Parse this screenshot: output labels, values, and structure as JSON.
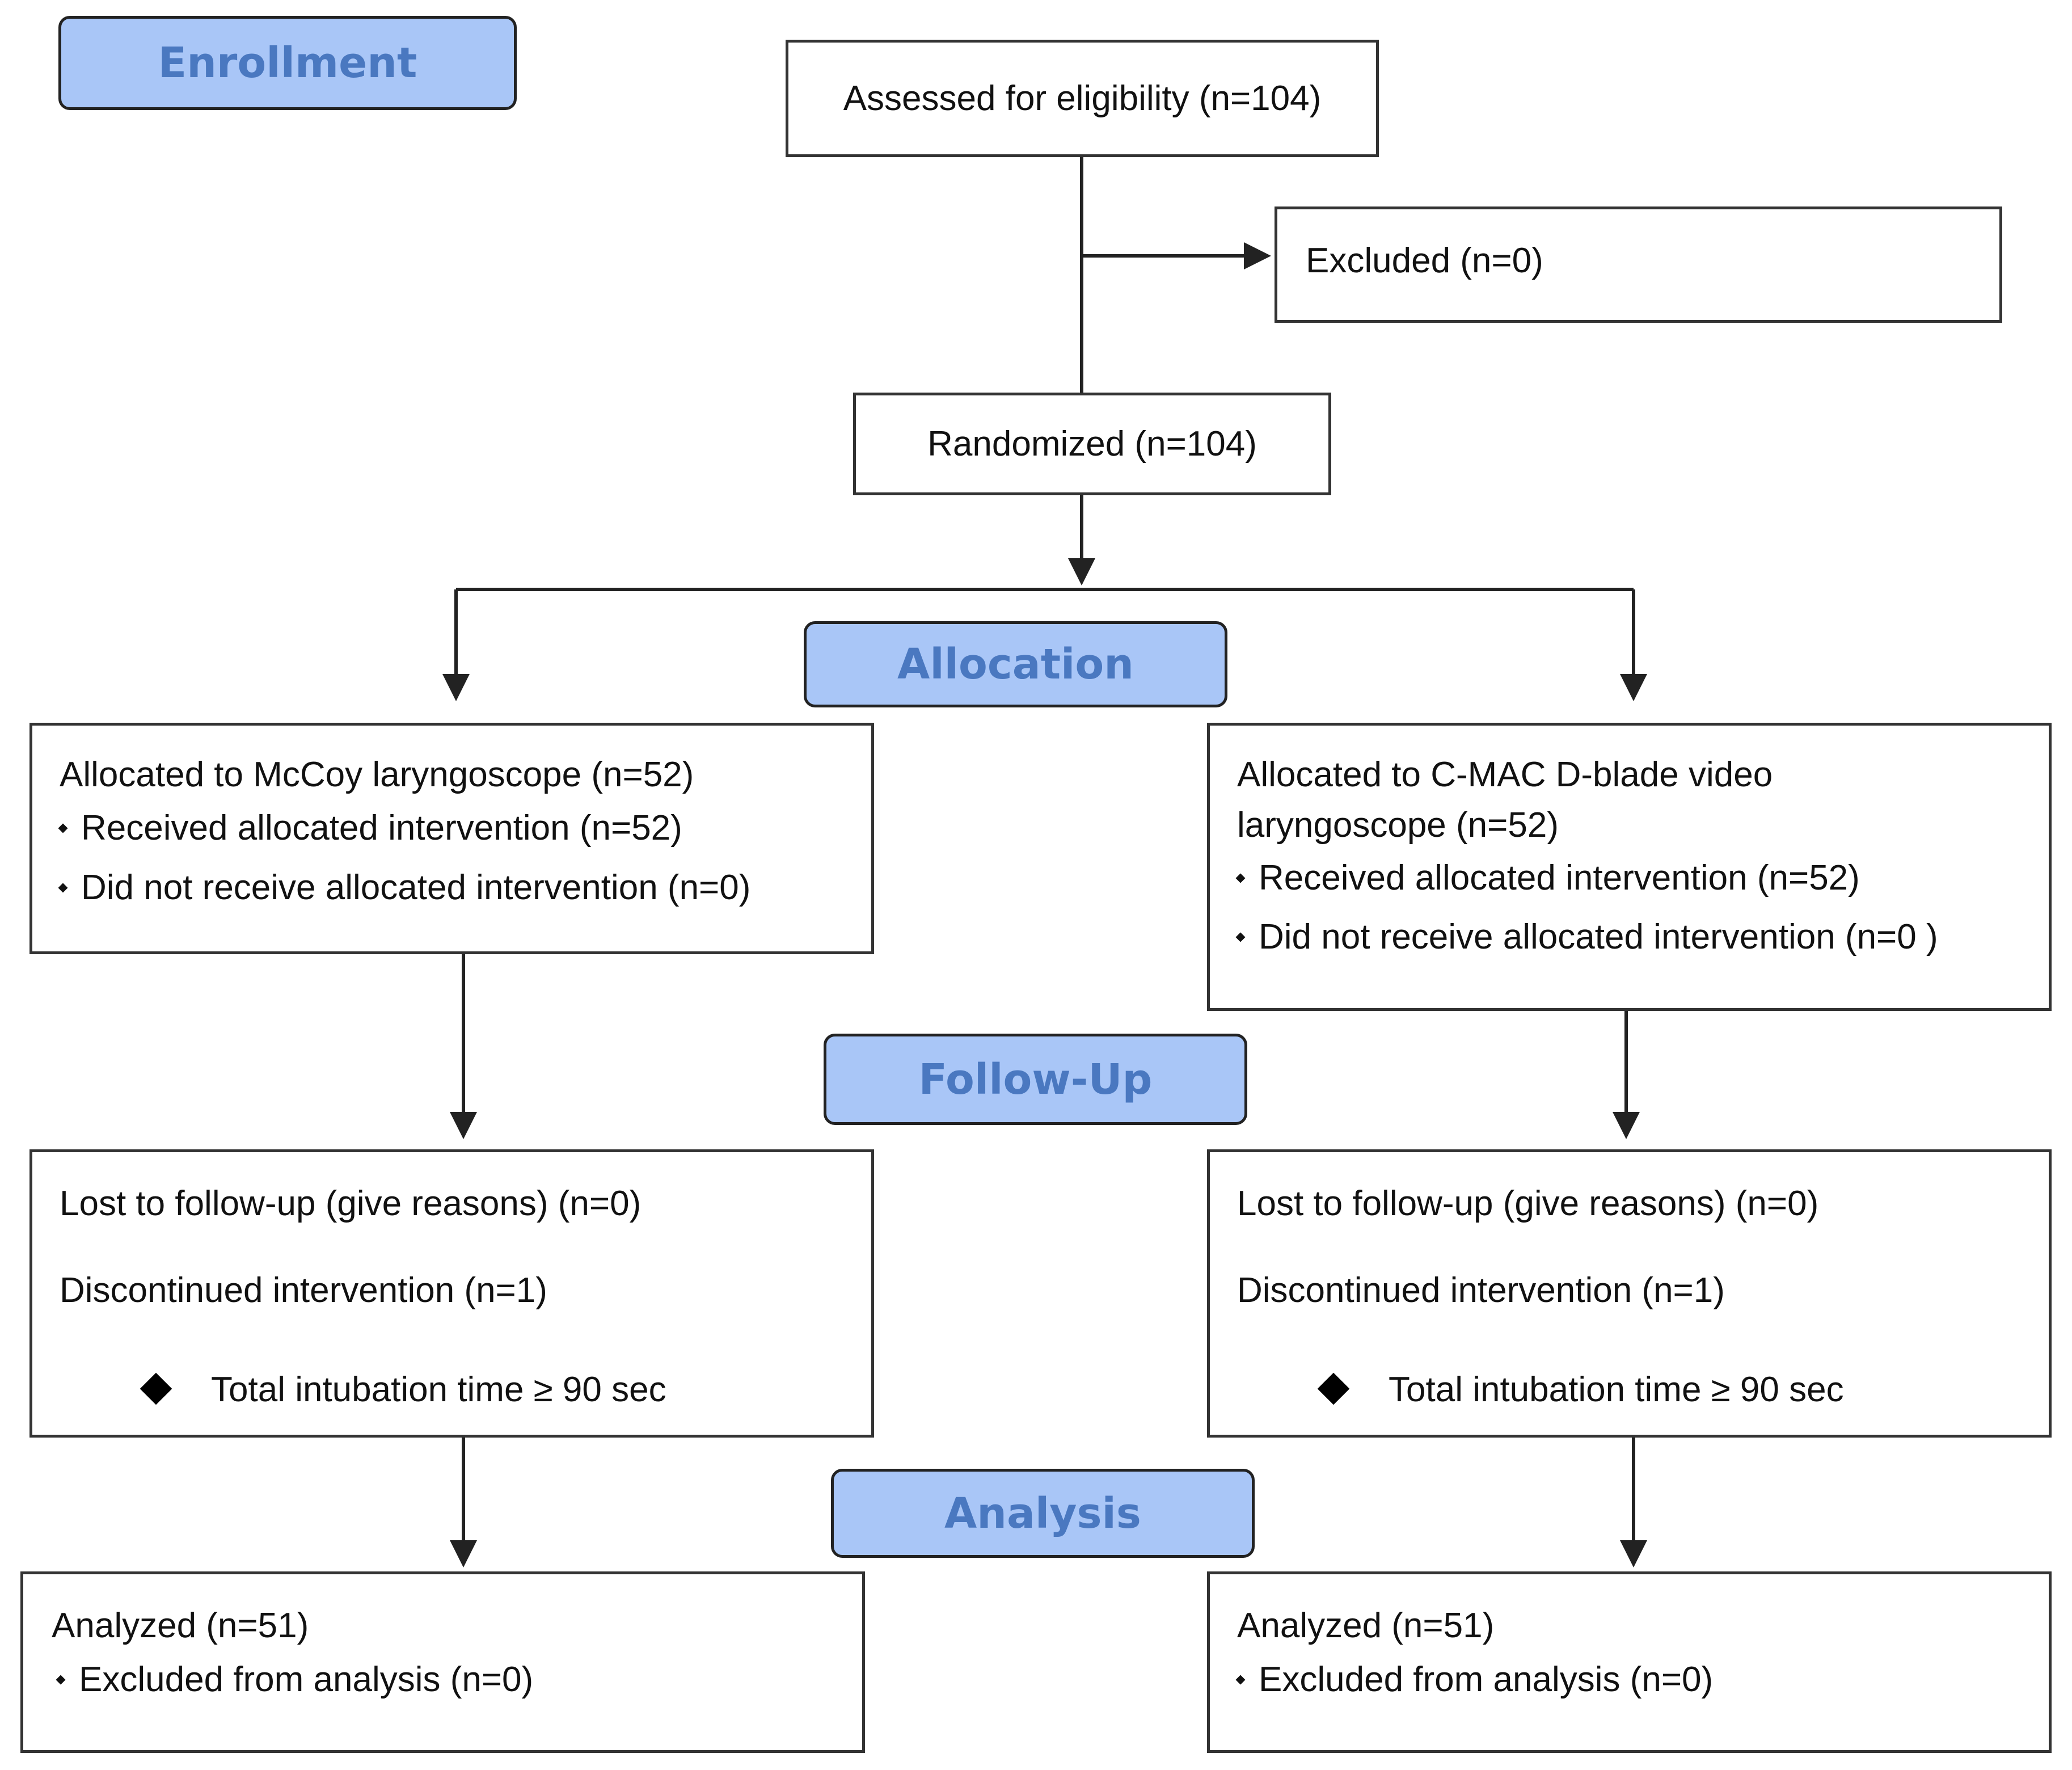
{
  "stage_fill": "#a9c6f7",
  "stage_text_color": "#4a78c0",
  "line_color": "#222222",
  "stages": {
    "enrollment": "Enrollment",
    "allocation": "Allocation",
    "follow_up": "Follow-Up",
    "analysis": "Analysis"
  },
  "enrollment": {
    "assessed": "Assessed for eligibility (n=104)",
    "excluded": "Excluded (n=0)",
    "randomized": "Randomized (n=104)"
  },
  "allocation": {
    "left": {
      "title": "Allocated to McCoy laryngoscope (n=52)",
      "received": "Received allocated intervention (n=52)",
      "not_received": "Did not receive allocated intervention (n=0)"
    },
    "right": {
      "title_line1": "Allocated to C-MAC D-blade video",
      "title_line2": "laryngoscope (n=52)",
      "received": "Received allocated intervention (n=52)",
      "not_received": "Did not receive allocated intervention (n=0 )"
    }
  },
  "follow_up": {
    "left": {
      "lost": "Lost to follow-up (give reasons) (n=0)",
      "discontinued": "Discontinued intervention (n=1)",
      "reason": "Total intubation time ≥ 90 sec"
    },
    "right": {
      "lost": "Lost to follow-up (give reasons) (n=0)",
      "discontinued": "Discontinued intervention (n=1)",
      "reason": "Total intubation time ≥ 90 sec"
    }
  },
  "analysis": {
    "left": {
      "analyzed": "Analyzed (n=51)",
      "excluded": "Excluded from analysis (n=0)"
    },
    "right": {
      "analyzed": "Analyzed (n=51)",
      "excluded": "Excluded from analysis (n=0)"
    }
  }
}
